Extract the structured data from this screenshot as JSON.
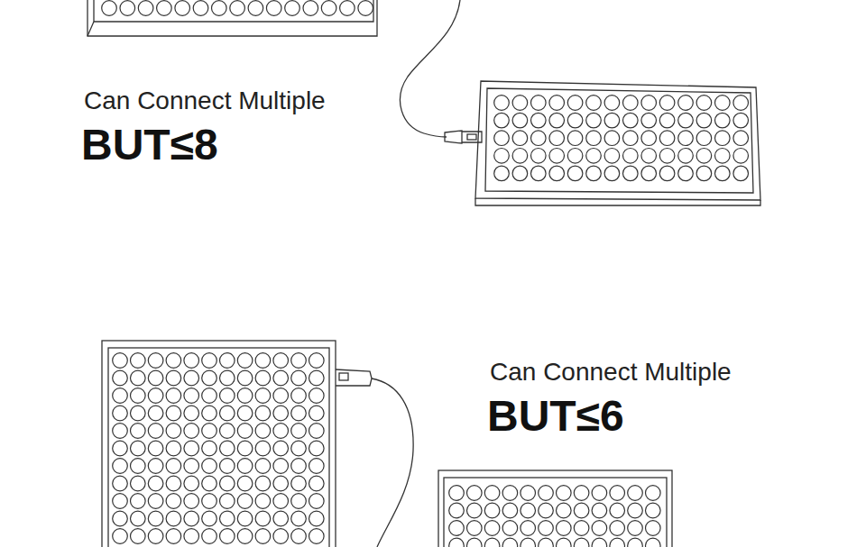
{
  "diagram": {
    "labels": [
      "Can Connect Multiple",
      "BUT≤8",
      "Can Connect Multiple",
      "BUT≤6"
    ]
  }
}
